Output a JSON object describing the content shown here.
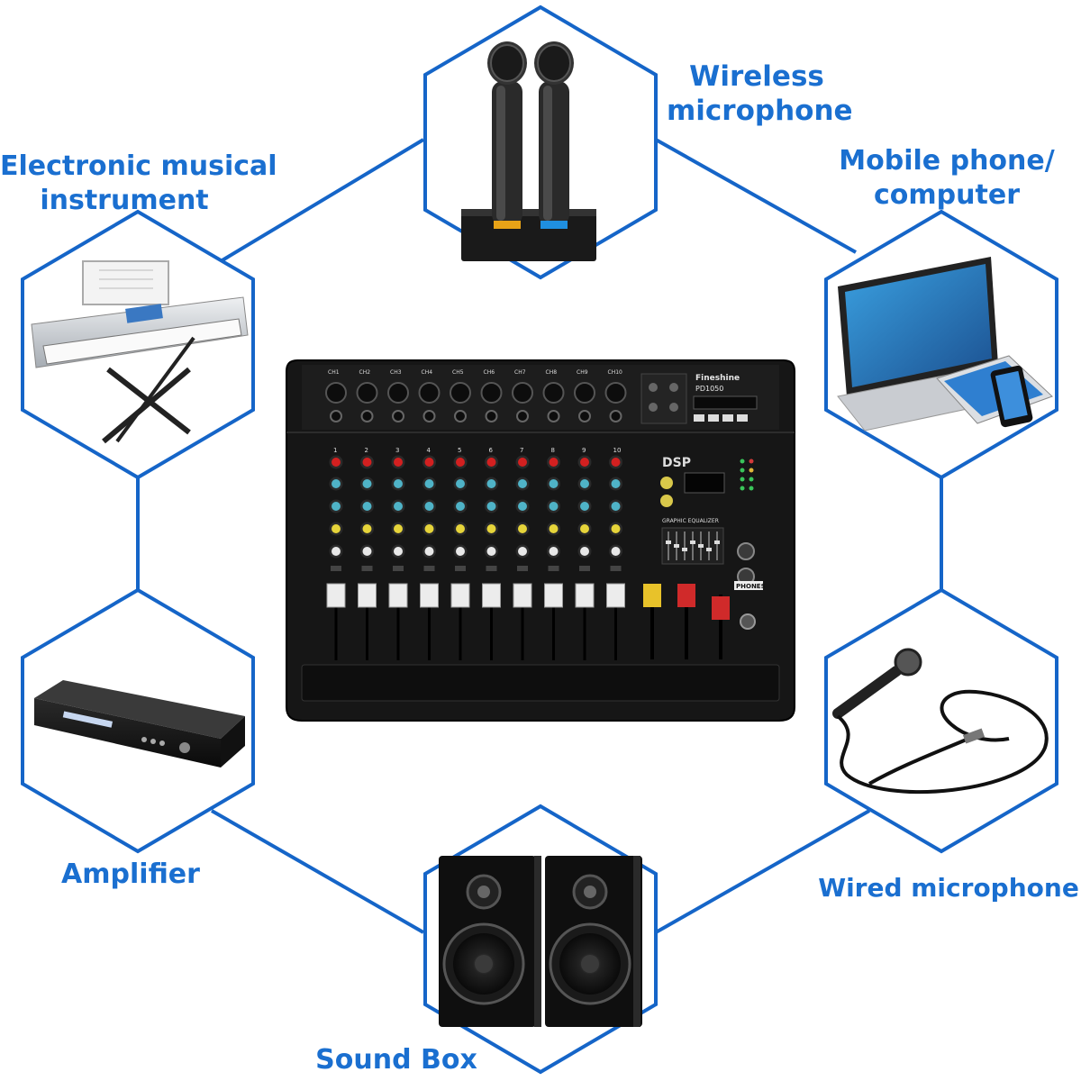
{
  "labels": {
    "wireless_mic": [
      "Wireless",
      "microphone"
    ],
    "electronic_instrument": [
      "Electronic musical",
      "instrument"
    ],
    "mobile_computer": [
      "Mobile phone/",
      "computer"
    ],
    "amplifier": "Amplifier",
    "wired_mic": "Wired microphone",
    "sound_box": "Sound Box"
  },
  "mixer": {
    "brand": "Fineshine",
    "model": "PD1050",
    "dsp_logo": "DSP",
    "eq_title": "GRAPHIC EQUALIZER",
    "phones_label": "PHONES",
    "channels": [
      "CH1",
      "CH2",
      "CH3",
      "CH4",
      "CH5",
      "CH6",
      "CH7",
      "CH8",
      "CH9",
      "CH10"
    ],
    "channel_numbers": [
      "1",
      "2",
      "3",
      "4",
      "5",
      "6",
      "7",
      "8",
      "9",
      "10"
    ]
  },
  "colors": {
    "accent_blue": "#1a6fd0",
    "line_blue": "#1565c8",
    "knob_red": "#d32020",
    "knob_cyan": "#4fb3c7",
    "knob_yellow": "#e6d43a",
    "mixer_body": "#141414"
  }
}
